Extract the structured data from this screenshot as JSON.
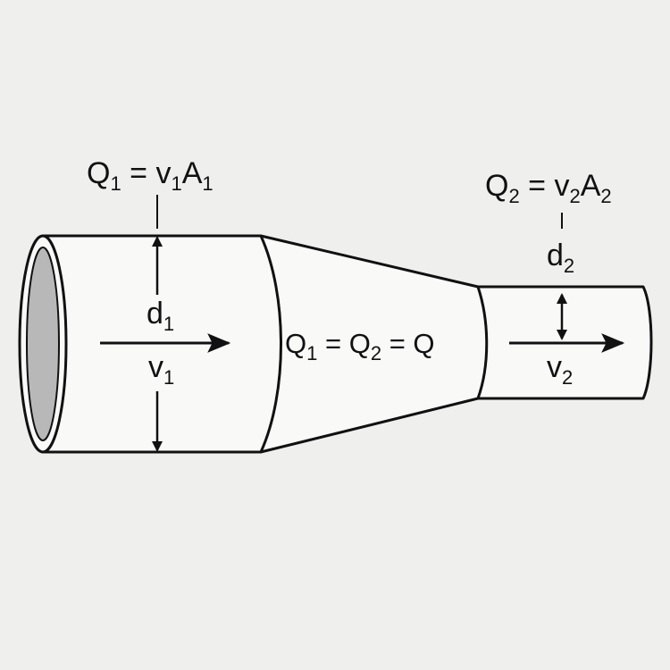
{
  "colors": {
    "background": "#efefee",
    "pipe_fill": "#f9f9f8",
    "outline": "#111111",
    "opening": "#b8b8b8"
  },
  "labels": {
    "eq_left": {
      "q": "Q",
      "q_sub": "1",
      "eq": " = v",
      "v_sub": "1",
      "a": "A",
      "a_sub": "1"
    },
    "eq_right": {
      "q": "Q",
      "q_sub": "2",
      "eq": " = v",
      "v_sub": "2",
      "a": "A",
      "a_sub": "2"
    },
    "d1": {
      "main": "d",
      "sub": "1"
    },
    "v1": {
      "main": "v",
      "sub": "1"
    },
    "d2": {
      "main": "d",
      "sub": "2"
    },
    "v2": {
      "main": "v",
      "sub": "2"
    },
    "continuity": {
      "q1": "Q",
      "q1_sub": "1",
      "eq1": " = Q",
      "q2_sub": "2",
      "eq2": " = Q"
    }
  },
  "icons": {
    "flow_arrow": "right-arrow",
    "diameter_arrow": "double-headed-vertical-arrow"
  }
}
